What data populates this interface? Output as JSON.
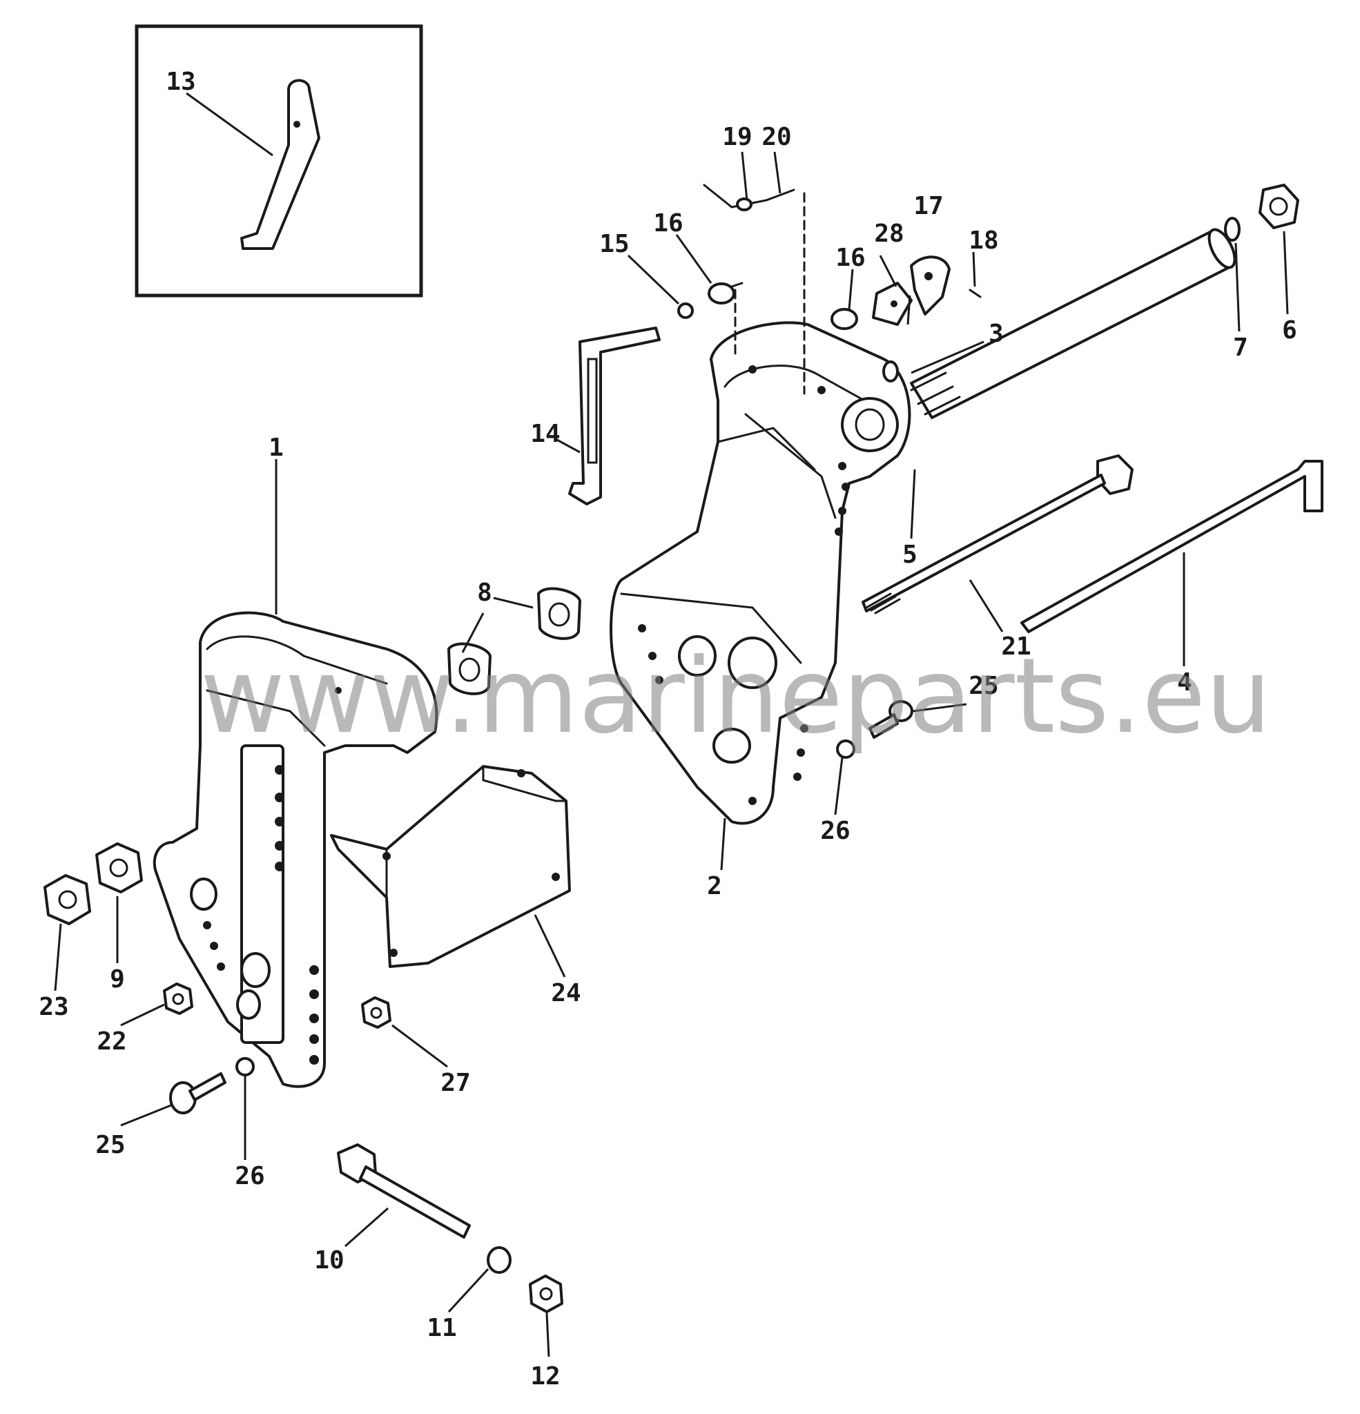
{
  "watermark": "www.marineparts.eu",
  "callouts": [
    {
      "id": "1",
      "label": "1"
    },
    {
      "id": "2",
      "label": "2"
    },
    {
      "id": "3",
      "label": "3"
    },
    {
      "id": "4",
      "label": "4"
    },
    {
      "id": "5",
      "label": "5"
    },
    {
      "id": "6",
      "label": "6"
    },
    {
      "id": "7",
      "label": "7"
    },
    {
      "id": "8",
      "label": "8"
    },
    {
      "id": "9",
      "label": "9"
    },
    {
      "id": "10",
      "label": "10"
    },
    {
      "id": "11",
      "label": "11"
    },
    {
      "id": "12",
      "label": "12"
    },
    {
      "id": "13",
      "label": "13"
    },
    {
      "id": "14",
      "label": "14"
    },
    {
      "id": "15",
      "label": "15"
    },
    {
      "id": "16a",
      "label": "16"
    },
    {
      "id": "16b",
      "label": "16"
    },
    {
      "id": "17",
      "label": "17"
    },
    {
      "id": "18",
      "label": "18"
    },
    {
      "id": "19",
      "label": "19"
    },
    {
      "id": "20",
      "label": "20"
    },
    {
      "id": "21",
      "label": "21"
    },
    {
      "id": "22",
      "label": "22"
    },
    {
      "id": "23",
      "label": "23"
    },
    {
      "id": "24",
      "label": "24"
    },
    {
      "id": "25a",
      "label": "25"
    },
    {
      "id": "25b",
      "label": "25"
    },
    {
      "id": "26a",
      "label": "26"
    },
    {
      "id": "26b",
      "label": "26"
    },
    {
      "id": "27",
      "label": "27"
    },
    {
      "id": "28",
      "label": "28"
    }
  ]
}
